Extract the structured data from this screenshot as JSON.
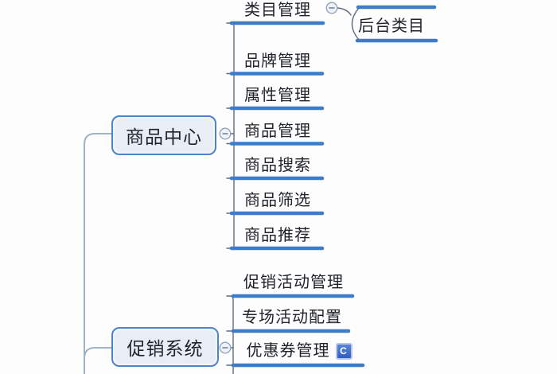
{
  "colors": {
    "branch_line": "#3d7cc9",
    "node_border": "#4c84c6",
    "node_fill": "#e9edf4",
    "connector": "#5d6d7e",
    "trunk": "#9fb2c6",
    "badge_blue": "#3b6cc7",
    "text": "#1f2329"
  },
  "branches": [
    {
      "label": "商品中心",
      "collapse_icon": "minus",
      "children": [
        {
          "label": "类目管理",
          "collapse_icon": "minus",
          "children": [
            {
              "label": "后台类目"
            }
          ]
        },
        {
          "label": "品牌管理"
        },
        {
          "label": "属性管理"
        },
        {
          "label": "商品管理"
        },
        {
          "label": "商品搜索"
        },
        {
          "label": "商品筛选"
        },
        {
          "label": "商品推荐"
        }
      ]
    },
    {
      "label": "促销系统",
      "collapse_icon": "minus",
      "children": [
        {
          "label": "促销活动管理"
        },
        {
          "label": "专场活动配置"
        },
        {
          "label": "优惠券管理",
          "badge": "C"
        }
      ]
    }
  ]
}
